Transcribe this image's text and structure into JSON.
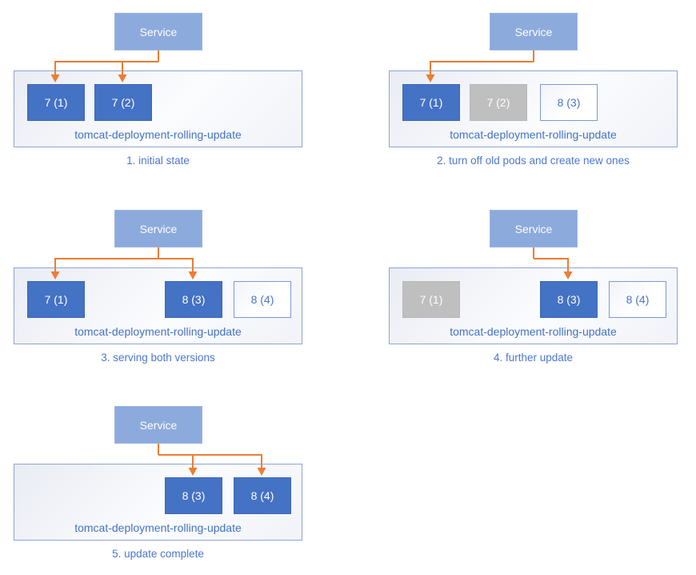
{
  "service_label": "Service",
  "deployment_label": "tomcat-deployment-rolling-update",
  "colors": {
    "pod_running_fill": "#4472c4",
    "pod_terminating_fill": "#bfbfbf",
    "pod_starting_border": "#7d99d4",
    "service_fill": "#8caadc",
    "container_border": "#8da4d6",
    "arrow": "#ed7d31",
    "label_text": "#4472c4"
  },
  "panels": [
    {
      "caption": "1. initial state",
      "pods": [
        {
          "label": "7 (1)",
          "state": "running",
          "slot": 0,
          "receives_traffic": true
        },
        {
          "label": "7 (2)",
          "state": "running",
          "slot": 1,
          "receives_traffic": true
        }
      ]
    },
    {
      "caption": "2. turn off old pods and create new ones",
      "pods": [
        {
          "label": "7 (1)",
          "state": "running",
          "slot": 0,
          "receives_traffic": true
        },
        {
          "label": "7 (2)",
          "state": "terminating",
          "slot": 1,
          "receives_traffic": false
        },
        {
          "label": "8 (3)",
          "state": "starting",
          "slot": 2,
          "receives_traffic": false
        }
      ]
    },
    {
      "caption": "3. serving both versions",
      "pods": [
        {
          "label": "7 (1)",
          "state": "running",
          "slot": 0,
          "receives_traffic": true
        },
        {
          "label": "8 (3)",
          "state": "running",
          "slot": 2,
          "receives_traffic": true
        },
        {
          "label": "8 (4)",
          "state": "starting",
          "slot": 3,
          "receives_traffic": false
        }
      ]
    },
    {
      "caption": "4. further update",
      "pods": [
        {
          "label": "7 (1)",
          "state": "terminating",
          "slot": 0,
          "receives_traffic": false
        },
        {
          "label": "8 (3)",
          "state": "running",
          "slot": 2,
          "receives_traffic": true
        },
        {
          "label": "8 (4)",
          "state": "starting",
          "slot": 3,
          "receives_traffic": false
        }
      ]
    },
    {
      "caption": "5. update complete",
      "pods": [
        {
          "label": "8 (3)",
          "state": "running",
          "slot": 2,
          "receives_traffic": true
        },
        {
          "label": "8 (4)",
          "state": "running",
          "slot": 3,
          "receives_traffic": true
        }
      ]
    }
  ]
}
